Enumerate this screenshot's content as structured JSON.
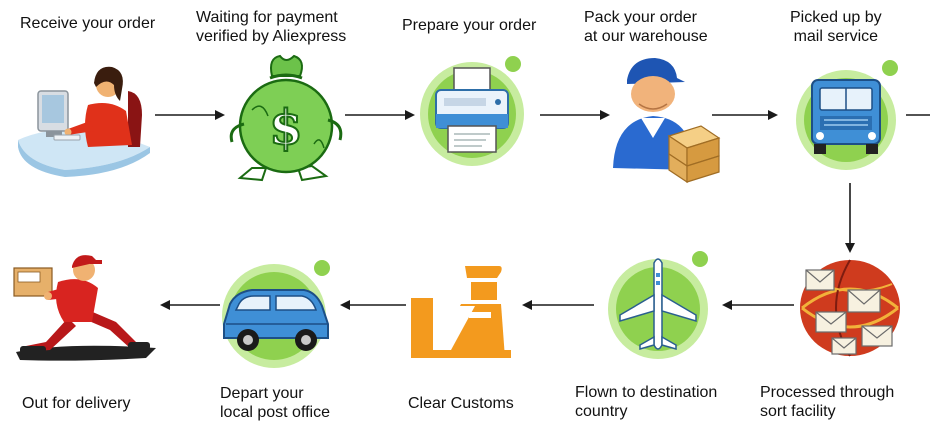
{
  "steps": [
    {
      "lines": [
        "Receive your order"
      ],
      "icon": "person-at-computer-icon"
    },
    {
      "lines": [
        "Waiting for payment",
        "verified by Aliexpress"
      ],
      "icon": "money-bag-icon"
    },
    {
      "lines": [
        "Prepare your order"
      ],
      "icon": "printer-icon"
    },
    {
      "lines": [
        "Pack your order",
        "at our warehouse"
      ],
      "icon": "warehouse-worker-icon"
    },
    {
      "lines": [
        "Picked up by",
        "mail service"
      ],
      "icon": "truck-icon"
    },
    {
      "lines": [
        "Processed through",
        "sort facility"
      ],
      "icon": "globe-mail-icon"
    },
    {
      "lines": [
        "Flown to destination",
        "country"
      ],
      "icon": "airplane-icon"
    },
    {
      "lines": [
        "Clear Customs"
      ],
      "icon": "customs-officer-icon"
    },
    {
      "lines": [
        "Depart your",
        "local post office"
      ],
      "icon": "car-icon"
    },
    {
      "lines": [
        "Out for delivery"
      ],
      "icon": "delivery-man-icon"
    }
  ],
  "money_symbol": "$",
  "colors": {
    "green_circle": "#8fd14f",
    "green_circle_light": "#c7ec9f",
    "blue_vehicle": "#3f8fd6",
    "customs_orange": "#f39a1e",
    "arrow": "#1a1a1a",
    "text": "#111111"
  }
}
